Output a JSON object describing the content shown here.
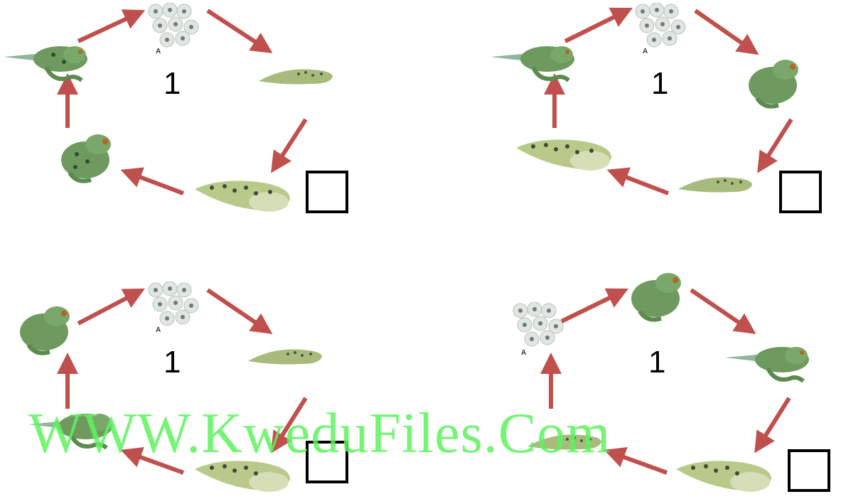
{
  "panels": [
    {
      "number": "1",
      "egg_label": "A"
    },
    {
      "number": "1",
      "egg_label": "A"
    },
    {
      "number": "1",
      "egg_label": "A"
    },
    {
      "number": "1",
      "egg_label": "A"
    }
  ],
  "watermark": "WWW.KweduFiles.Com",
  "colors": {
    "arrow": "#c0504d",
    "watermark": "#5ef35e"
  },
  "icons": [
    "frog-icon",
    "frog-eggs-icon",
    "tadpole-icon",
    "froglet-icon"
  ]
}
